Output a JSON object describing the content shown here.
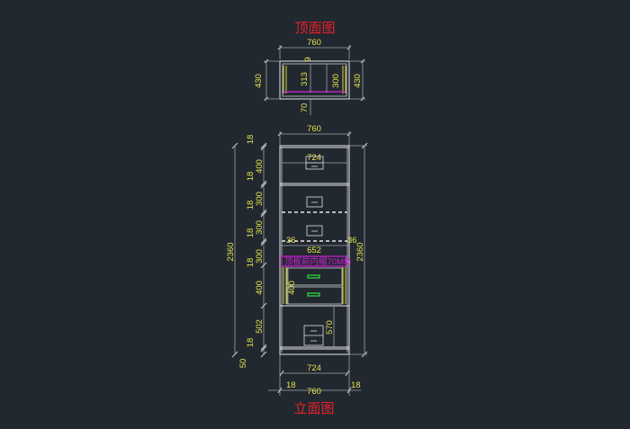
{
  "titles": {
    "top_view": "顶面图",
    "elevation": "立面图"
  },
  "top_view": {
    "width": "760",
    "depth_left": "430",
    "depth_right": "430",
    "inner_313": "313",
    "inner_9": "9",
    "inner_300": "300",
    "bottom_70": "70"
  },
  "elevation": {
    "width_top": "760",
    "inner_width_top": "724",
    "total_height_left": "2360",
    "total_height_right": "2360",
    "left_dims": [
      "18",
      "18",
      "400",
      "18",
      "300",
      "18",
      "300",
      "18",
      "300",
      "400",
      "18",
      "502",
      "50"
    ],
    "right_dims": [
      "570"
    ],
    "side_36_left": "36",
    "side_36_right": "36",
    "inner_652": "652",
    "annotation": "顶板前内缩70MM",
    "bottom_inner_width": "724",
    "bottom_panel_left": "18",
    "bottom_panel_right": "18",
    "bottom_total_width": "760",
    "drawer_400": "400"
  },
  "colors": {
    "background": "#212830",
    "title_red": "#e8202a",
    "dimension_yellow": "#e2e24a",
    "magenta": "#d020d8",
    "green": "#30e040"
  }
}
